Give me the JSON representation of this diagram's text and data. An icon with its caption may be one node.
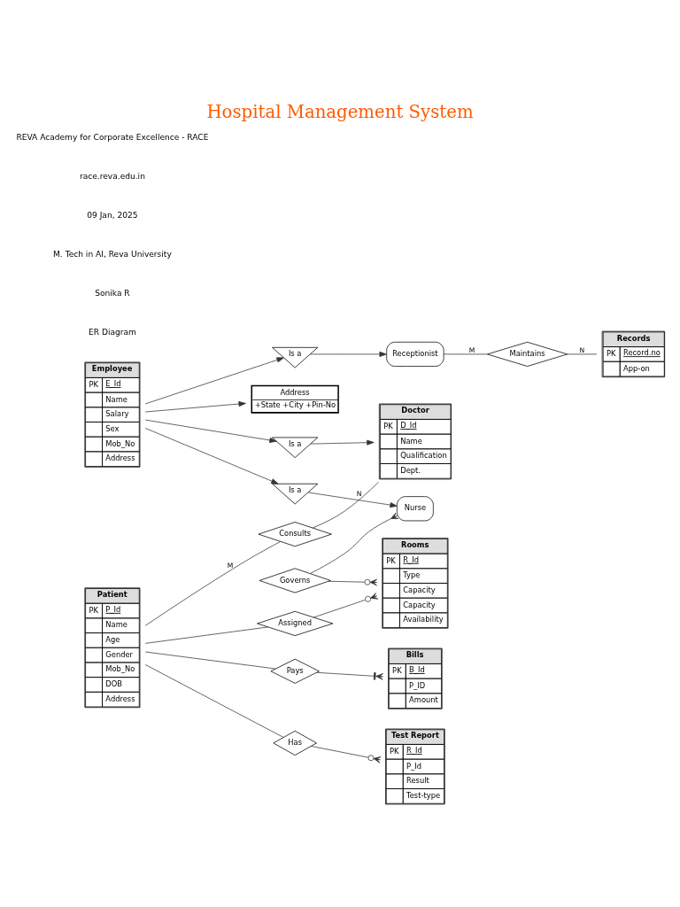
{
  "diagram": {
    "title": "Hospital Management System",
    "nodes": [
      {
        "text": [
          "Patient",
          "PK",
          "P_Id",
          "Name",
          "Age",
          "Gender",
          "Mob_No",
          "DOB",
          "Address"
        ]
      },
      {
        "text": [
          "Consults"
        ]
      },
      {
        "text": [
          "Doctor",
          "PK",
          "D_Id",
          "Name",
          "Qualification",
          "Dept."
        ]
      },
      {
        "text": [
          "Is a"
        ]
      },
      {
        "text": [
          "Employee",
          "PK",
          "E_Id",
          "Name",
          "Salary",
          "Sex",
          "Mob_No",
          "Address"
        ]
      },
      {
        "text": [
          "Is a"
        ]
      },
      {
        "text": [
          "Receptionist"
        ]
      },
      {
        "text": [
          "Address",
          "+State +City +Pin-No"
        ]
      },
      {
        "text": [
          "Is a"
        ]
      },
      {
        "text": [
          "Nurse"
        ]
      },
      {
        "text": [
          "Maintains"
        ]
      },
      {
        "text": [
          "Records",
          "PK",
          "Record.no",
          "App-on"
        ]
      },
      {
        "text": [
          "Assigned"
        ]
      },
      {
        "text": [
          "Has"
        ]
      },
      {
        "text": [
          "Rooms",
          "PK",
          "R_Id",
          "Type",
          "Capacity",
          "Capacity",
          "Availability"
        ]
      },
      {
        "text": [
          "Governs"
        ]
      },
      {
        "text": [
          "Test Report",
          "PK",
          "R_Id",
          "P_Id",
          "Result",
          "Test-type"
        ]
      },
      {
        "text": [
          "Pays"
        ]
      },
      {
        "text": [
          "Bills",
          "PK",
          "B_Id",
          "P_ID",
          "Amount"
        ]
      }
    ],
    "edges": [
      {
        "from": 0,
        "to": 1,
        "arrow": "none",
        "label": "M"
      },
      {
        "from": 1,
        "to": 2,
        "arrow": "none",
        "label": "N"
      },
      {
        "from": 3,
        "to": 2,
        "arrow": "to"
      },
      {
        "from": 4,
        "to": 3,
        "arrow": "to"
      },
      {
        "from": 4,
        "to": 5,
        "arrow": "to"
      },
      {
        "from": 5,
        "to": 6,
        "arrow": "to"
      },
      {
        "from": 4,
        "to": 7,
        "arrow": "to"
      },
      {
        "from": 4,
        "to": 8,
        "arrow": "to"
      },
      {
        "from": 8,
        "to": 9,
        "arrow": "to"
      },
      {
        "from": 6,
        "to": 10,
        "arrow": "none",
        "label": "M"
      },
      {
        "from": 10,
        "to": 11,
        "arrow": "none",
        "label": "N"
      },
      {
        "from": 0,
        "to": 12,
        "arrow": "none"
      },
      {
        "from": 12,
        "to": 14,
        "arrow": "other"
      },
      {
        "from": 0,
        "to": 13,
        "arrow": "none"
      },
      {
        "from": 13,
        "to": 16,
        "arrow": "other"
      },
      {
        "from": 15,
        "to": 9,
        "arrow": "other"
      },
      {
        "from": 15,
        "to": 14,
        "arrow": "other"
      },
      {
        "from": 0,
        "to": 17,
        "arrow": "none"
      },
      {
        "from": 17,
        "to": 18,
        "arrow": "other"
      }
    ],
    "labels": [
      "ER Diagram",
      "Sonika R",
      "M. Tech in AI, Reva University",
      "09 Jan, 2025",
      "race.reva.edu.in",
      "REVA Academy for Corporate Excellence - RACE"
    ]
  }
}
